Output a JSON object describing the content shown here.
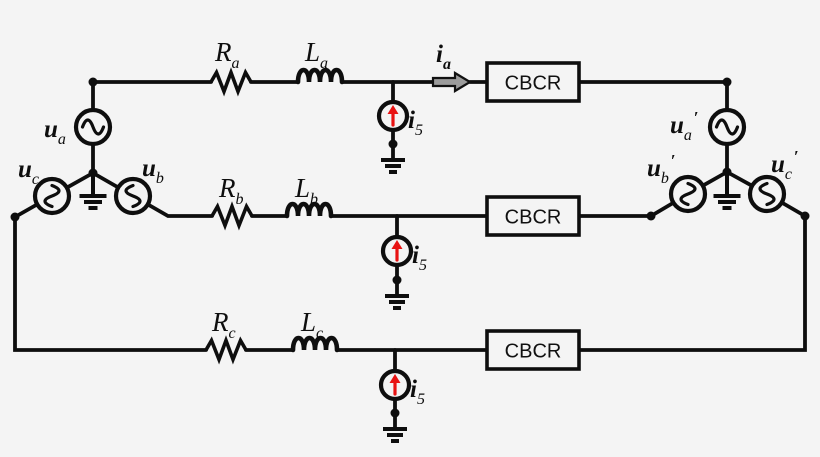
{
  "colors": {
    "background": "#f4f4f4",
    "wire": "#0e0e0e",
    "harmonic_arrow": "#e81212",
    "ia_arrow_fill": "#9c9c9c"
  },
  "sources": {
    "ua": {
      "base": "u",
      "sub": "a",
      "prime": ""
    },
    "ub": {
      "base": "u",
      "sub": "b",
      "prime": ""
    },
    "uc": {
      "base": "u",
      "sub": "c",
      "prime": ""
    },
    "uap": {
      "base": "u",
      "sub": "a",
      "prime": "′"
    },
    "ubp": {
      "base": "u",
      "sub": "b",
      "prime": "′"
    },
    "ucp": {
      "base": "u",
      "sub": "c",
      "prime": "′"
    }
  },
  "impedances": {
    "ra": {
      "base": "R",
      "sub": "a"
    },
    "la": {
      "base": "L",
      "sub": "a"
    },
    "rb": {
      "base": "R",
      "sub": "b"
    },
    "lb": {
      "base": "L",
      "sub": "b"
    },
    "rc": {
      "base": "R",
      "sub": "c"
    },
    "lc": {
      "base": "L",
      "sub": "c"
    }
  },
  "currents": {
    "ia": {
      "base": "i",
      "sub": "a"
    },
    "i5a": {
      "base": "i",
      "sub": "5"
    },
    "i5b": {
      "base": "i",
      "sub": "5"
    },
    "i5c": {
      "base": "i",
      "sub": "5"
    }
  },
  "blocks": {
    "cbcr_a": "CBCR",
    "cbcr_b": "CBCR",
    "cbcr_c": "CBCR"
  }
}
